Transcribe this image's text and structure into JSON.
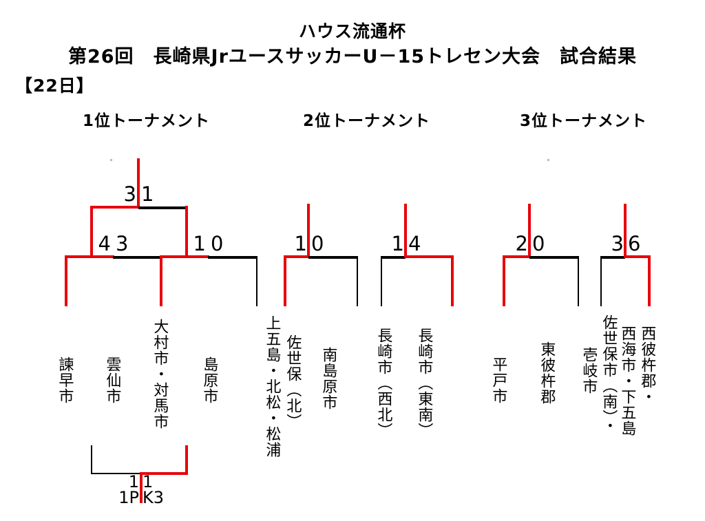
{
  "header": {
    "title_line1": "ハウス流通杯",
    "title_line2": "第26回　長崎県JrユースサッカーU－15トレセン大会　試合結果",
    "day_label": "【22日】"
  },
  "tournaments": [
    {
      "id": "tournament-1",
      "heading": "1位トーナメント",
      "teams": [
        {
          "name": "諫早市"
        },
        {
          "name": "雲仙市"
        },
        {
          "name": "大村市・対馬市"
        },
        {
          "name": "島原市"
        }
      ],
      "matches": [
        {
          "round": "semifinal",
          "slot": "left",
          "left_score": "4",
          "right_score": "3",
          "winner": "left"
        },
        {
          "round": "semifinal",
          "slot": "right",
          "left_score": "1",
          "right_score": "0",
          "winner": "left"
        },
        {
          "round": "final",
          "slot": "center",
          "left_score": "3",
          "right_score": "1",
          "winner": "left"
        }
      ]
    },
    {
      "id": "tournament-2",
      "heading": "2位トーナメント",
      "teams": [
        {
          "name": "上五島・北松・松浦"
        },
        {
          "name": "佐世保（北）"
        },
        {
          "name": "南島原市"
        },
        {
          "name": "長崎市（西北）"
        },
        {
          "name": "長崎市（東南）"
        }
      ],
      "matches": [
        {
          "round": "match",
          "slot": "left",
          "left_score": "1",
          "right_score": "0",
          "winner": "left"
        },
        {
          "round": "match",
          "slot": "right",
          "left_score": "1",
          "right_score": "4",
          "winner": "right"
        }
      ]
    },
    {
      "id": "tournament-3",
      "heading": "3位トーナメント",
      "teams": [
        {
          "name": "平戸市"
        },
        {
          "name": "東彼杵郡"
        },
        {
          "name": "壱岐市"
        },
        {
          "name": "佐世保市（南）・"
        },
        {
          "name": "西海市・下五島"
        },
        {
          "name": "西彼杵郡・"
        }
      ],
      "matches": [
        {
          "round": "match",
          "slot": "left",
          "left_score": "2",
          "right_score": "0",
          "winner": "left"
        },
        {
          "round": "match",
          "slot": "right",
          "left_score": "3",
          "right_score": "6",
          "winner": "right"
        }
      ]
    }
  ],
  "playoff": {
    "id": "third-place-playoff",
    "left_score": "1",
    "right_score": "1",
    "pk_left": "1P",
    "pk_right": "K3",
    "winner": "right"
  },
  "colors": {
    "winner_line": "#e8000b",
    "loser_line": "#000000",
    "text": "#000000",
    "background": "#ffffff"
  }
}
